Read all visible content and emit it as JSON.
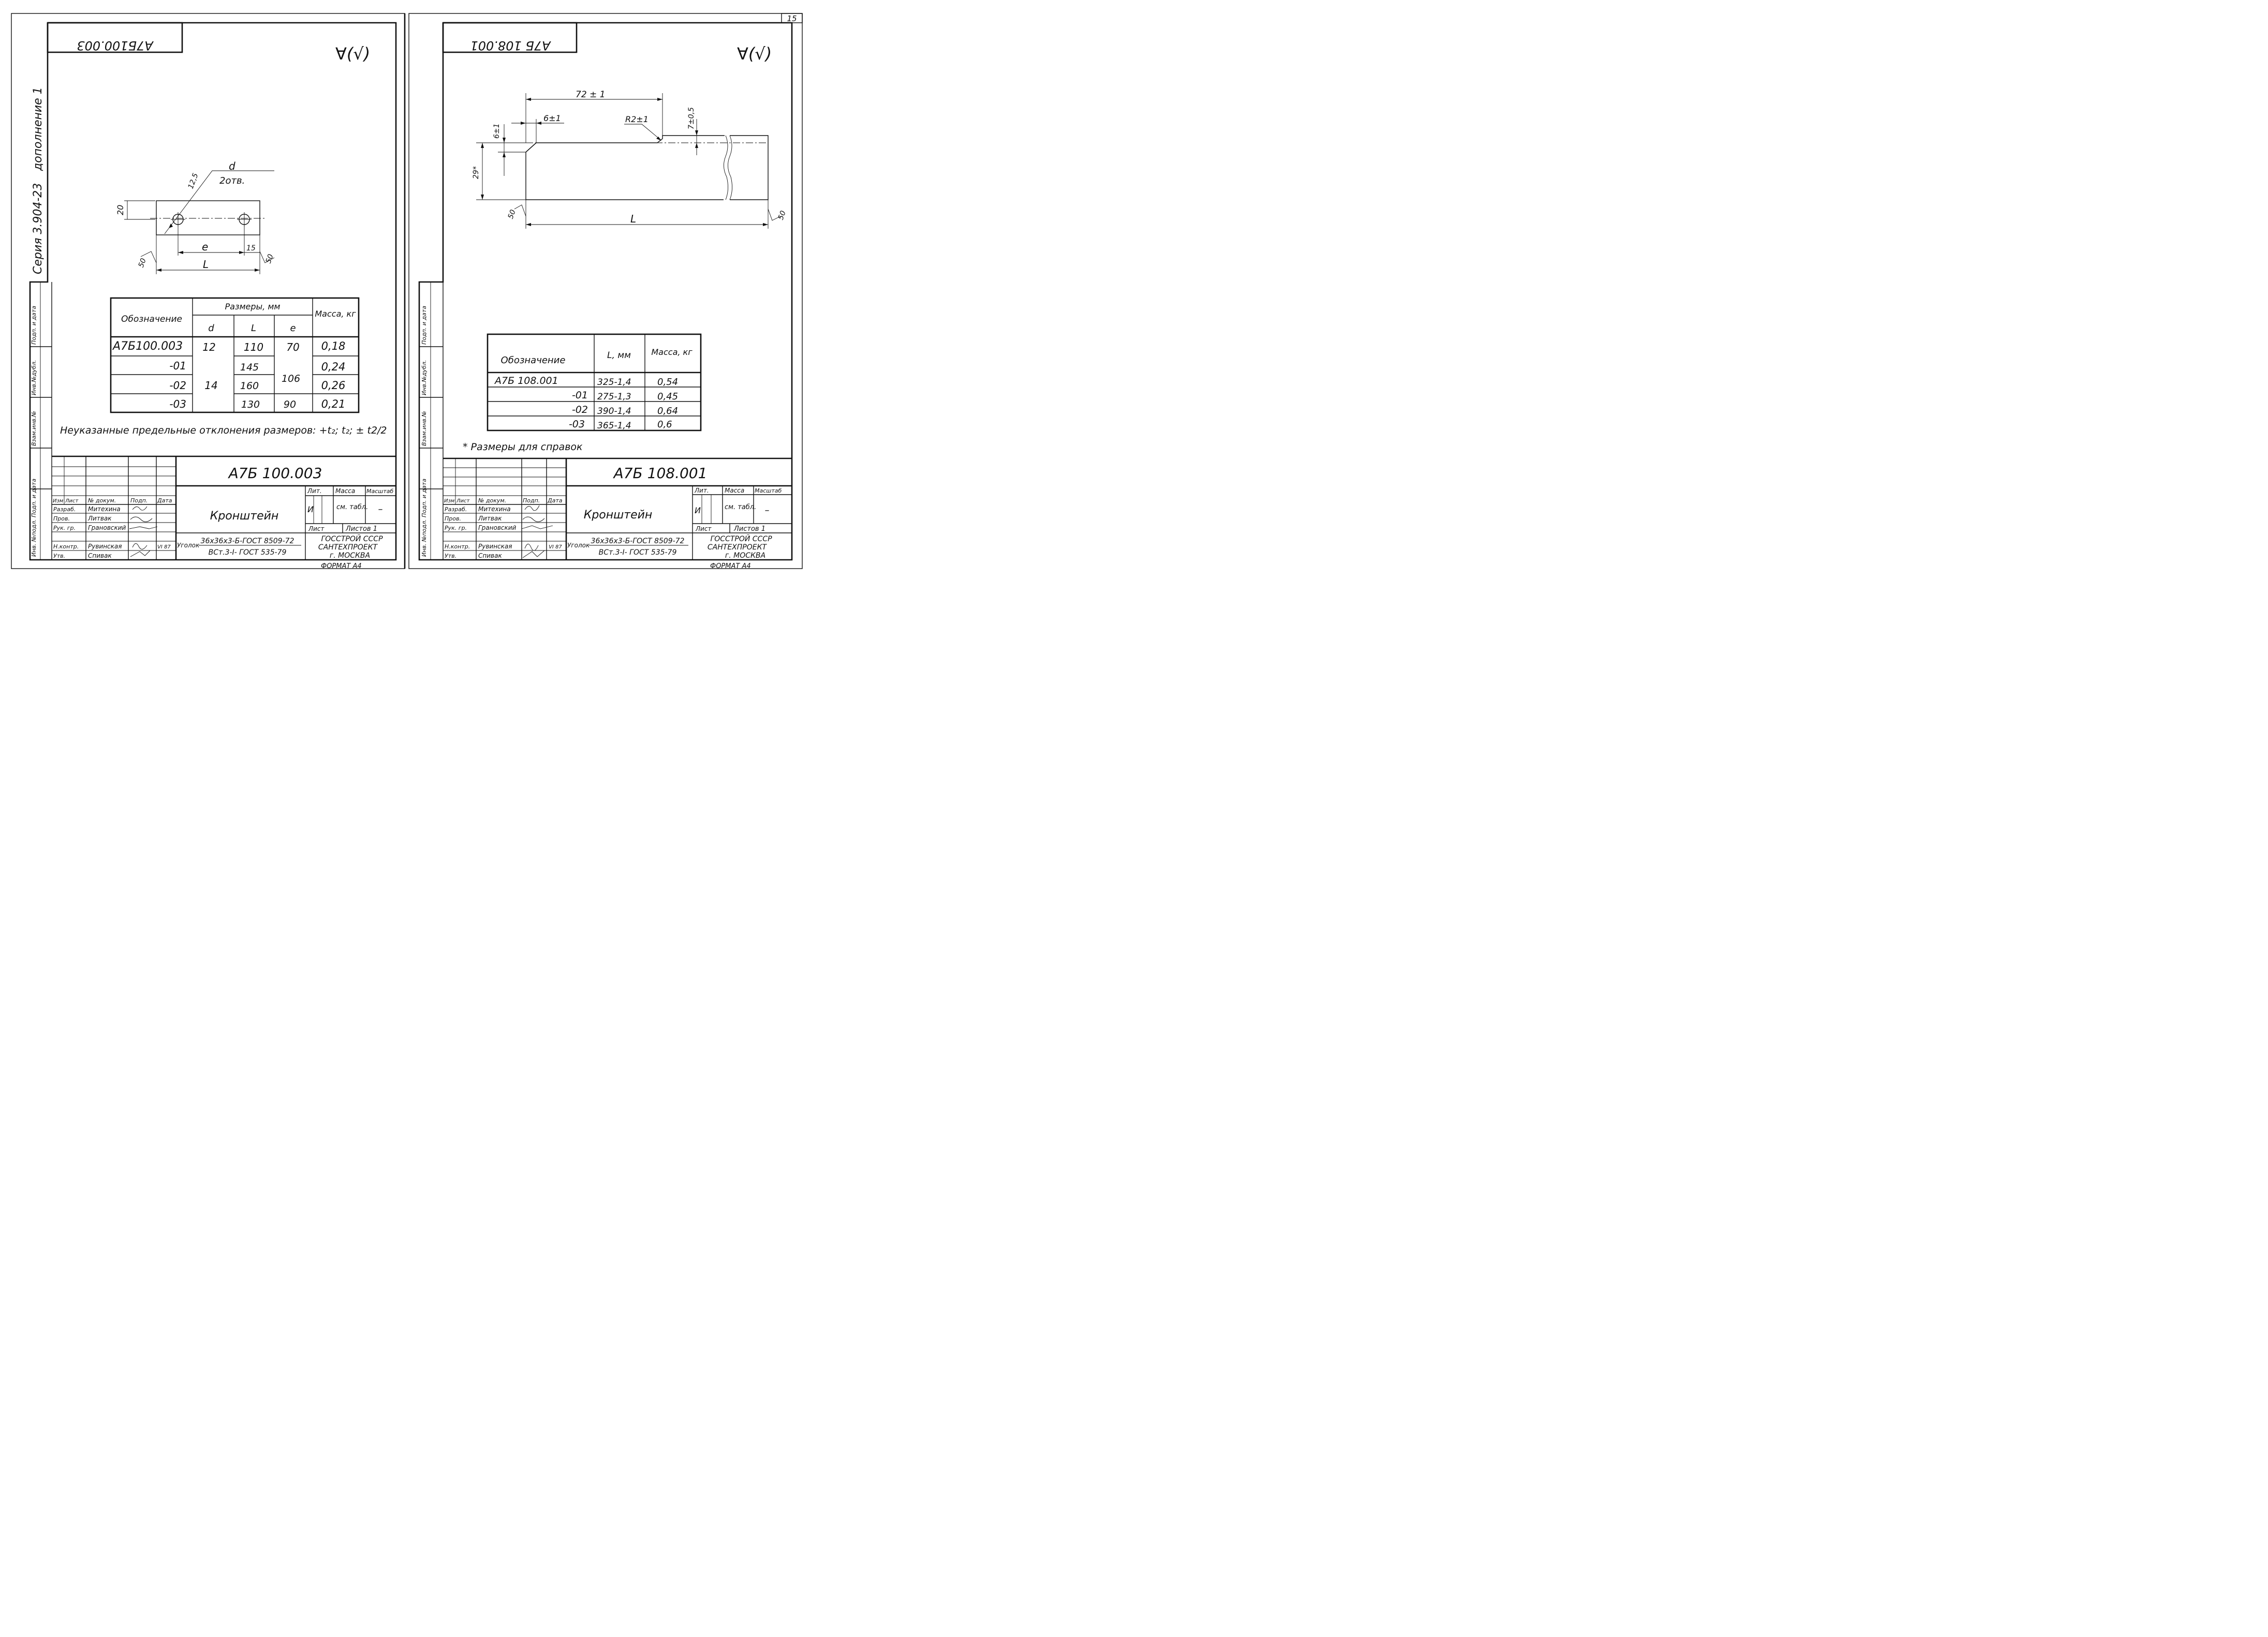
{
  "page_number": "15",
  "series_label": "Серия 3.904-23",
  "supplement_label": "дополнение 1",
  "side_stamp": [
    "Инв. №подл.",
    "Подп. и дата",
    "Взам.инв.№",
    "Инв.№дубл.",
    "Подп. и дата"
  ],
  "left": {
    "stamp_code": "А7Б100.003",
    "roughness": "∀(√)",
    "dims": {
      "d": "d",
      "holes": "2отв.",
      "chamfer": "12,5",
      "h": "20",
      "e": "e",
      "edge": "15",
      "L": "L",
      "rough_l": "50",
      "rough_r": "50"
    },
    "table": {
      "h_designation": "Обозначение",
      "h_sizes": "Размеры, мм",
      "h_mass": "Масса, кг",
      "h_d": "d",
      "h_L": "L",
      "h_e": "e",
      "rows": [
        {
          "des": "А7Б100.003",
          "d": "12",
          "L": "110",
          "e": "70",
          "m": "0,18"
        },
        {
          "des": "-01",
          "d": "14",
          "L": "145",
          "e": "106",
          "m": "0,24"
        },
        {
          "des": "-02",
          "d": "",
          "L": "160",
          "e": "",
          "m": "0,26"
        },
        {
          "des": "-03",
          "d": "",
          "L": "130",
          "e": "90",
          "m": "0,21"
        }
      ]
    },
    "note": "Неуказанные предельные отклонения размеров: +t₂; t₂; ± t2/2",
    "title_block": {
      "code": "А7Б 100.003",
      "name": "Кронштейн",
      "material_prefix": "Уголок",
      "material_top": "36x36x3-Б-ГОСТ 8509-72",
      "material_bottom": "ВСт.3-I- ГОСТ 535-79",
      "lit": "Лит.",
      "mass": "Масса",
      "scale": "Масштаб",
      "lit_val": "И",
      "mass_val": "см. табл.",
      "scale_val": "–",
      "sheet": "Лист",
      "sheets": "Листов 1",
      "org1": "ГОССТРОЙ СССР",
      "org2": "САНТЕХПРОЕКТ",
      "org3": "г. МОСКВА",
      "format": "ФОРМАТ А4",
      "h_izm": "Изм",
      "h_list": "Лист",
      "h_doc": "№ докум.",
      "h_sign": "Подп.",
      "h_date": "Дата",
      "roles": [
        "Разраб.",
        "Пров.",
        "Рук. гр.",
        "",
        "Н.контр.",
        "Утв."
      ],
      "names": [
        "Митехина",
        "Литвак",
        "Грановский",
        "",
        "Рувинская",
        "Спивак"
      ],
      "dates": [
        "",
        "",
        "",
        "",
        "VI 87",
        ""
      ]
    }
  },
  "right": {
    "stamp_code": "А7Б 108.001",
    "roughness": "∀(√)",
    "dims": {
      "len72": "72 ± 1",
      "len6": "6±1",
      "radius": "R2±1",
      "h7": "7±0,5",
      "h6": "6±1",
      "h29": "29*",
      "L": "L",
      "rough_l": "50",
      "rough_r": "50"
    },
    "table": {
      "h_designation": "Обозначение",
      "h_L": "L, мм",
      "h_mass": "Масса, кг",
      "rows": [
        {
          "des": "А7Б 108.001",
          "L": "325-1,4",
          "m": "0,54"
        },
        {
          "des": "-01",
          "L": "275-1,3",
          "m": "0,45"
        },
        {
          "des": "-02",
          "L": "390-1,4",
          "m": "0,64"
        },
        {
          "des": "-03",
          "L": "365-1,4",
          "m": "0,6"
        }
      ]
    },
    "note": "* Размеры для справок",
    "title_block": {
      "code": "А7Б 108.001",
      "name": "Кронштейн",
      "material_prefix": "Уголок",
      "material_top": "36x36x3-Б-ГОСТ 8509-72",
      "material_bottom": "ВСт.3-I- ГОСТ 535-79",
      "lit": "Лит.",
      "mass": "Масса",
      "scale": "Масштаб",
      "lit_val": "И",
      "mass_val": "см. табл.",
      "scale_val": "–",
      "sheet": "Лист",
      "sheets": "Листов 1",
      "org1": "ГОССТРОЙ СССР",
      "org2": "САНТЕХПРОЕКТ",
      "org3": "г. МОСКВА",
      "format": "ФОРМАТ А4",
      "h_izm": "Изм",
      "h_list": "Лист",
      "h_doc": "№ докум.",
      "h_sign": "Подп.",
      "h_date": "Дата",
      "roles": [
        "Разраб.",
        "Пров.",
        "Рук. гр.",
        "",
        "Н.контр.",
        "Утв."
      ],
      "names": [
        "Митехина",
        "Литвак",
        "Грановский",
        "",
        "Рувинская",
        "Спивак"
      ],
      "dates": [
        "",
        "",
        "",
        "",
        "VI 87",
        ""
      ]
    }
  }
}
